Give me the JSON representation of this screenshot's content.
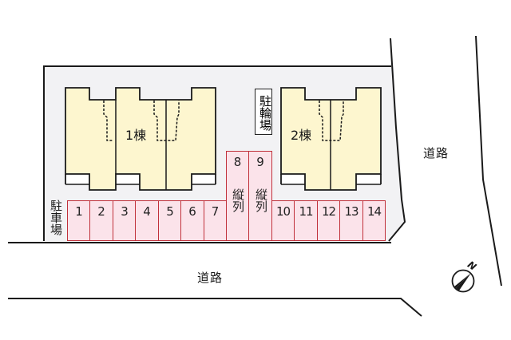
{
  "map": {
    "colors": {
      "lot_fill": "#f2f2f4",
      "building_fill": "#fdf6cf",
      "parking_fill": "#fbe3ea",
      "parking_border": "#c0303a",
      "line": "#1a1a1a"
    },
    "buildings": [
      {
        "id": "building-1",
        "label": "1棟",
        "units": 3
      },
      {
        "id": "building-2",
        "label": "2棟",
        "units": 2
      }
    ],
    "bicycle_parking": {
      "label": "駐輪場"
    },
    "parking_lot_label": "駐車場",
    "parking_spaces": [
      {
        "number": "1"
      },
      {
        "number": "2"
      },
      {
        "number": "3"
      },
      {
        "number": "4"
      },
      {
        "number": "5"
      },
      {
        "number": "6"
      },
      {
        "number": "7"
      },
      {
        "number": "8",
        "note": "縦列"
      },
      {
        "number": "9",
        "note": "縦列"
      },
      {
        "number": "10"
      },
      {
        "number": "11"
      },
      {
        "number": "12"
      },
      {
        "number": "13"
      },
      {
        "number": "14"
      }
    ],
    "roads": {
      "south": "道路",
      "east": "道路"
    },
    "compass": {
      "label": "N"
    }
  }
}
